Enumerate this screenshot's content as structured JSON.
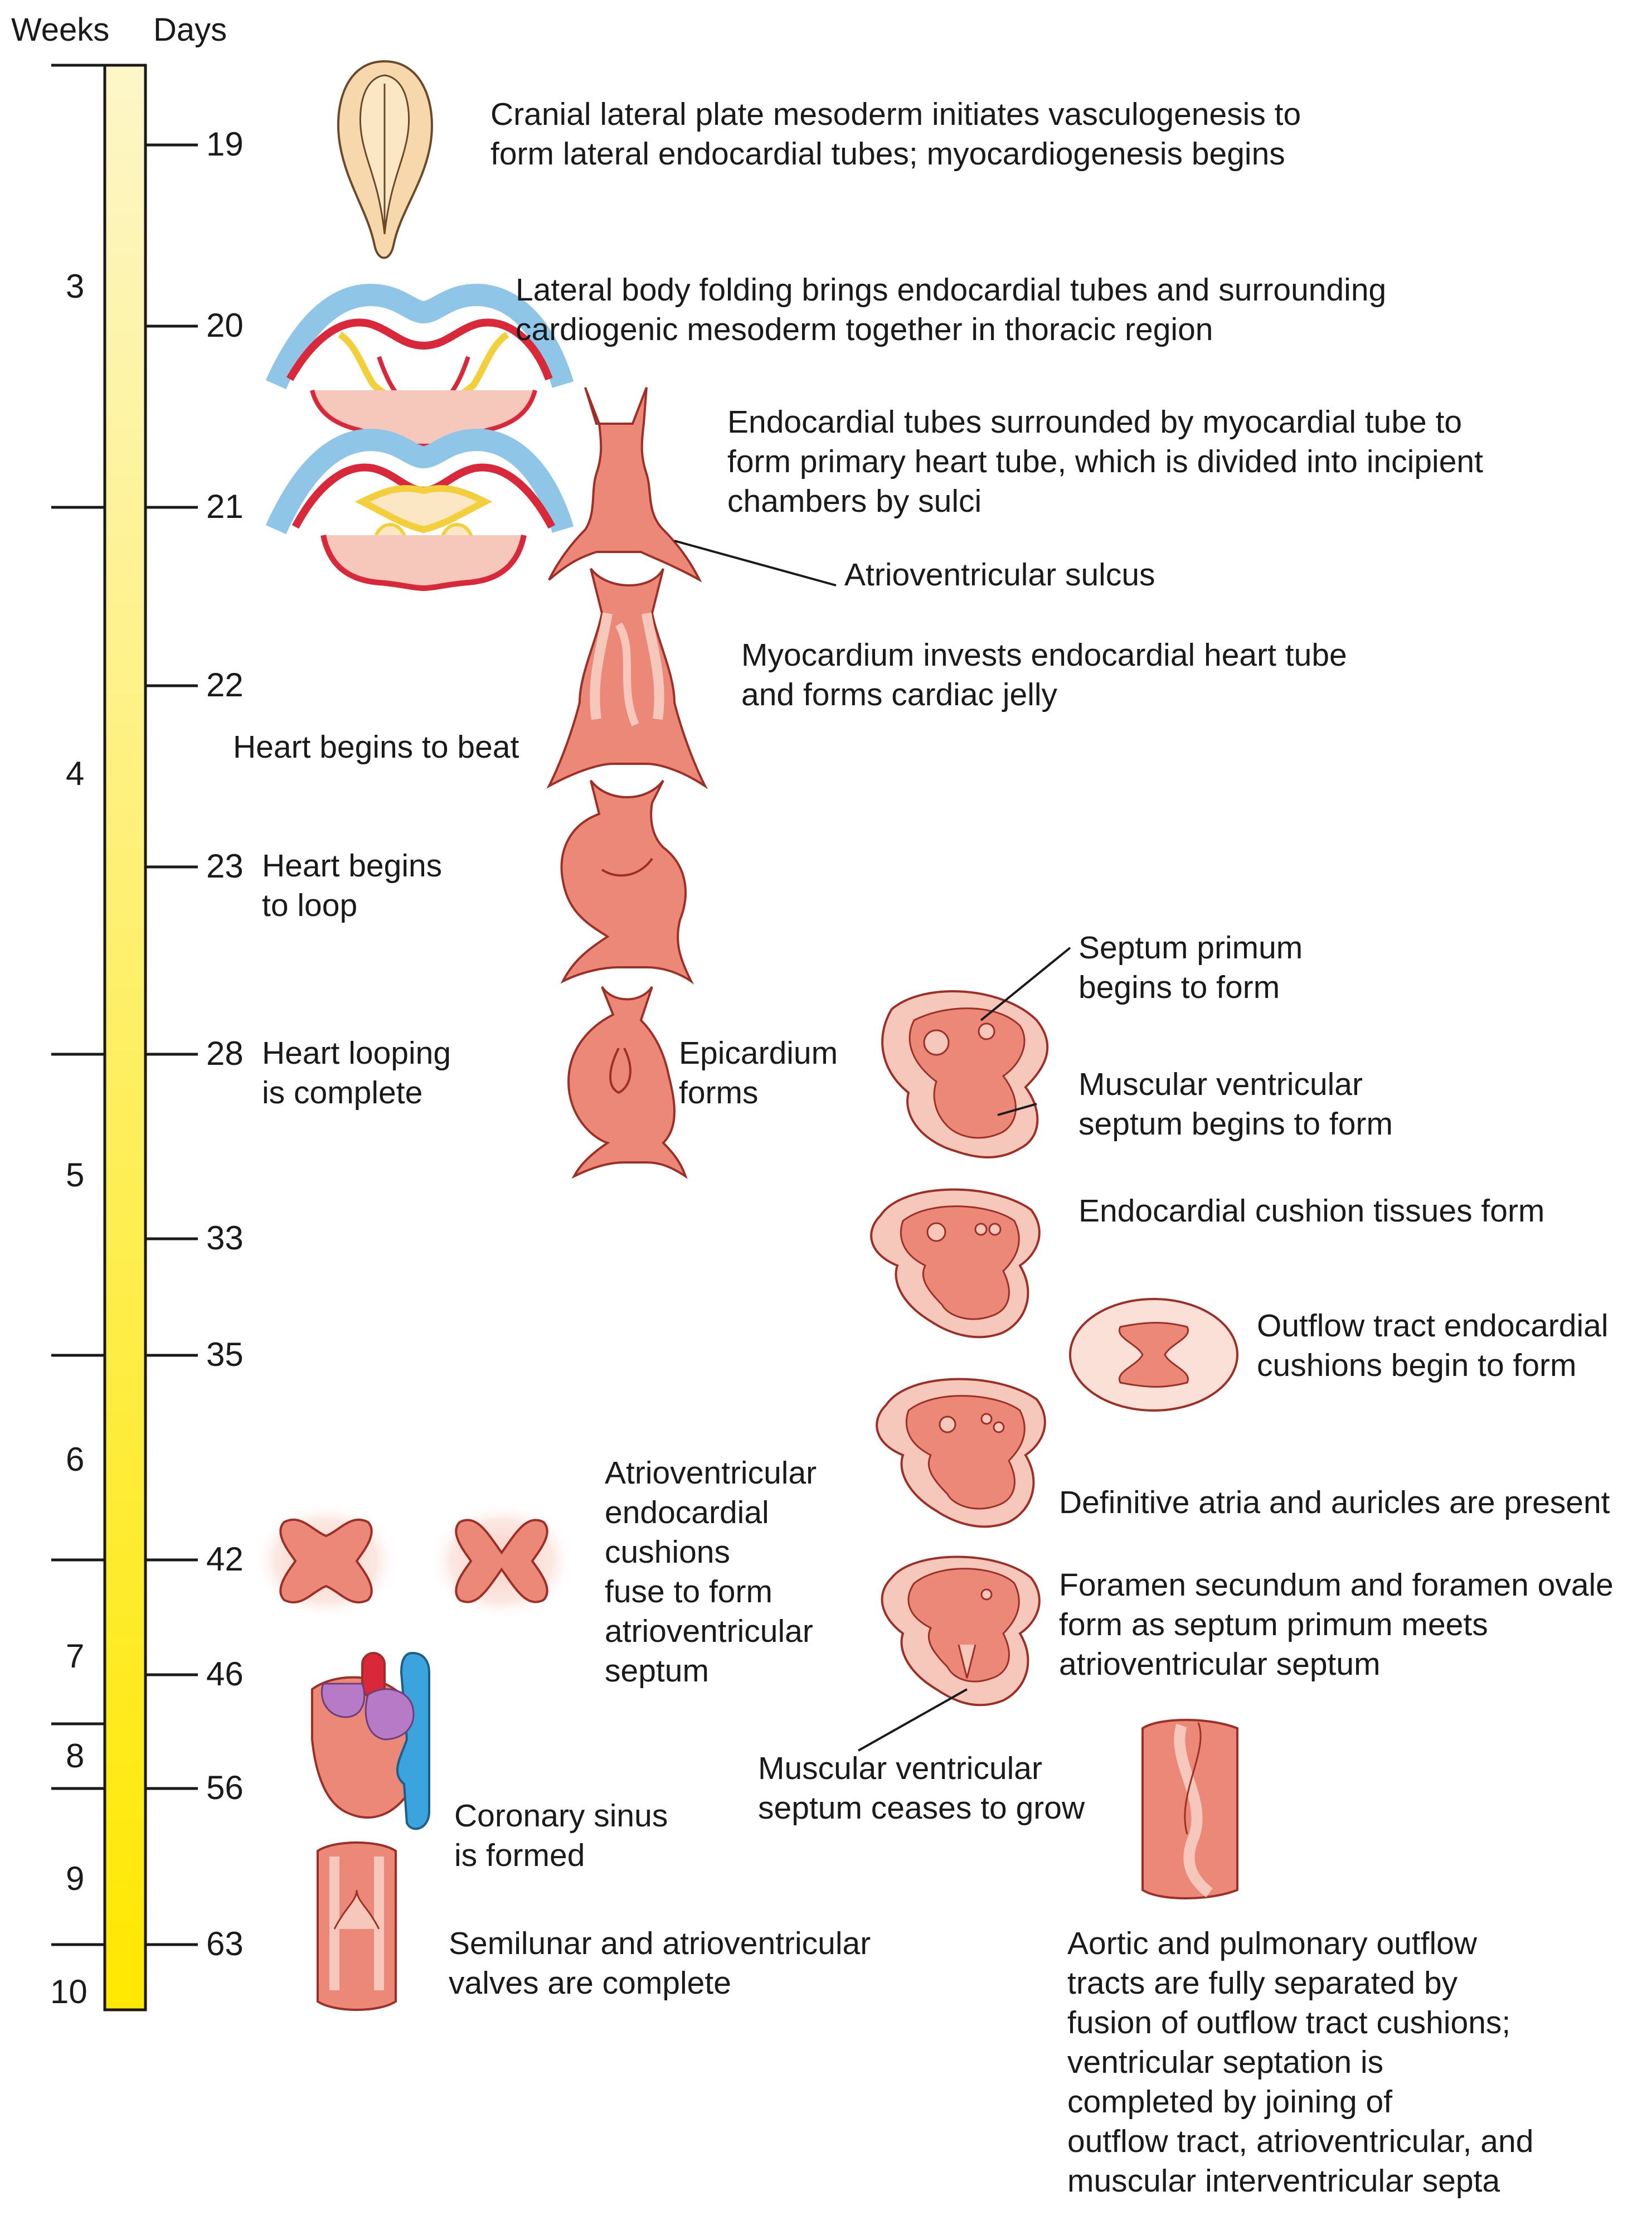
{
  "header": {
    "weeks_label": "Weeks",
    "days_label": "Days"
  },
  "colors": {
    "timeline_top": "#fdf6c8",
    "timeline_bottom": "#ffe800",
    "tissue_pink": "#ec8878",
    "tissue_light": "#f6c8bc",
    "tissue_dark": "#c9463b",
    "ectoderm_blue": "#8fc6e8",
    "endoderm_yellow": "#f3cf3c",
    "venous_blue": "#3ba3de",
    "arterial_red": "#d8283a",
    "atrium_purple": "#b77ac6",
    "neural_plate": "#f6d8ac"
  },
  "weeks": [
    "3",
    "4",
    "5",
    "6",
    "7",
    "8",
    "9",
    "10"
  ],
  "days": [
    "19",
    "20",
    "21",
    "22",
    "23",
    "28",
    "33",
    "35",
    "42",
    "46",
    "56",
    "63"
  ],
  "labels": {
    "day19": "Cranial lateral plate mesoderm initiates vasculogenesis to\nform lateral endocardial tubes; myocardiogenesis begins",
    "day20": "Lateral body folding brings endocardial tubes and surrounding\ncardiogenic mesoderm together in thoracic region",
    "day21": "Endocardial tubes surrounded by myocardial tube to\nform primary heart tube, which is divided into incipient\nchambers by sulci",
    "av_sulcus": "Atrioventricular sulcus",
    "myocardium": "Myocardium invests endocardial heart tube\nand forms cardiac jelly",
    "beat": "Heart begins to beat",
    "loop": "Heart begins\nto loop",
    "looping_complete": "Heart looping\nis complete",
    "epicardium": "Epicardium\nforms",
    "septum_primum": "Septum primum\nbegins to form",
    "muscular_septum": "Muscular ventricular\nseptum begins to form",
    "endocardial_cushion": "Endocardial cushion tissues form",
    "outflow_cushions": "Outflow tract endocardial\ncushions begin to form",
    "definitive_atria": "Definitive atria and auricles are present",
    "av_cushions": "Atrioventricular\nendocardial\ncushions\nfuse to form\natrioventricular\nseptum",
    "foramen": "Foramen secundum and foramen ovale\nform as septum primum meets\natrioventricular septum",
    "septum_ceases": "Muscular ventricular\nseptum ceases to grow",
    "coronary": "Coronary sinus\nis formed",
    "valves": "Semilunar and atrioventricular\nvalves are complete",
    "outflow_separated": "Aortic and pulmonary outflow\ntracts are fully separated by\nfusion of outflow tract cushions;\nventricular septation is\ncompleted by joining of\noutflow tract, atrioventricular, and\nmuscular interventricular septa"
  }
}
